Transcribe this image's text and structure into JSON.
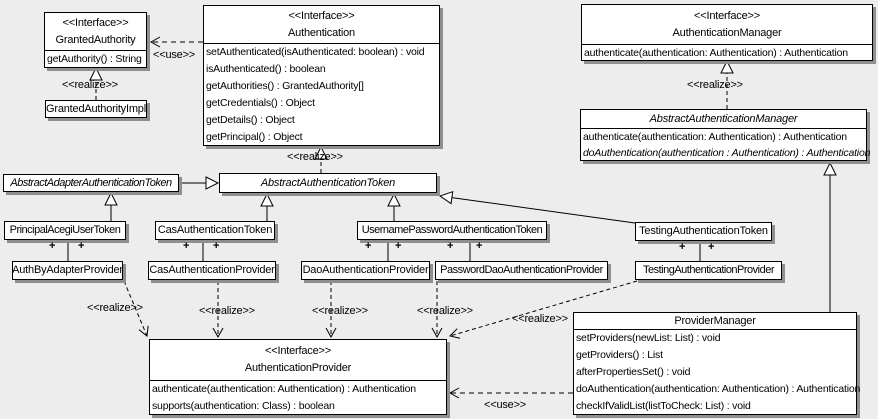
{
  "diagram": {
    "type": "uml-class-diagram",
    "background_color": "#ededed",
    "box_fill": "#ffffff",
    "line_color": "#000000",
    "shadow_color": "#8f8f8f"
  },
  "labels": {
    "use": "<<use>>",
    "realize": "<<realize>>",
    "plus": "+",
    "interface_stereotype": "<<Interface>>"
  },
  "classes": {
    "granted_authority": {
      "stereotype": "<<Interface>>",
      "name": "GrantedAuthority",
      "methods": [
        "getAuthority() : String"
      ]
    },
    "granted_authority_impl": {
      "name": "GrantedAuthorityImpl"
    },
    "authentication": {
      "stereotype": "<<Interface>>",
      "name": "Authentication",
      "methods": [
        "setAuthenticated(isAuthenticated: boolean) : void",
        "isAuthenticated() : boolean",
        "getAuthorities() : GrantedAuthority[]",
        "getCredentials() : Object",
        "getDetails() : Object",
        "getPrincipal() : Object"
      ]
    },
    "authentication_manager": {
      "stereotype": "<<Interface>>",
      "name": "AuthenticationManager",
      "methods": [
        "authenticate(authentication: Authentication) : Authentication"
      ]
    },
    "abstract_authentication_manager": {
      "name": "AbstractAuthenticationManager",
      "methods": [
        "authenticate(authentication: Authentication) : Authentication",
        "doAuthentication(authentication : Authentication) : Authentication"
      ]
    },
    "abstract_adapter_authentication_token": {
      "name": "AbstractAdapterAuthenticationToken"
    },
    "abstract_authentication_token": {
      "name": "AbstractAuthenticationToken"
    },
    "principal_acegi_user_token": {
      "name": "PrincipalAcegiUserToken"
    },
    "cas_authentication_token": {
      "name": "CasAuthenticationToken"
    },
    "username_password_authentication_token": {
      "name": "UsernamePasswordAuthenticationToken"
    },
    "testing_authentication_token": {
      "name": "TestingAuthenticationToken"
    },
    "auth_by_adapter_provider": {
      "name": "AuthByAdapterProvider"
    },
    "cas_authentication_provider": {
      "name": "CasAuthenticationProvider"
    },
    "dao_authentication_provider": {
      "name": "DaoAuthenticationProvider"
    },
    "password_dao_authentication_provider": {
      "name": "PasswordDaoAuthenticationProvider"
    },
    "testing_authentication_provider": {
      "name": "TestingAuthenticationProvider"
    },
    "provider_manager": {
      "name": "ProviderManager",
      "methods": [
        "setProviders(newList: List) : void",
        "getProviders() : List",
        "afterPropertiesSet() : void",
        "doAuthentication(authentication: Authentication) : Authentication",
        "checkIfValidList(listToCheck: List) : void"
      ]
    },
    "authentication_provider": {
      "stereotype": "<<Interface>>",
      "name": "AuthenticationProvider",
      "methods": [
        "authenticate(authentication: Authentication) : Authentication",
        "supports(authentication: Class) : boolean"
      ]
    }
  },
  "relationships": [
    {
      "type": "use",
      "from": "Authentication",
      "to": "GrantedAuthority",
      "label": "<<use>>"
    },
    {
      "type": "realize",
      "from": "GrantedAuthorityImpl",
      "to": "GrantedAuthority",
      "label": "<<realize>>"
    },
    {
      "type": "realize",
      "from": "AbstractAuthenticationToken",
      "to": "Authentication",
      "label": "<<realize>>"
    },
    {
      "type": "realize",
      "from": "AbstractAuthenticationManager",
      "to": "AuthenticationManager",
      "label": "<<realize>>"
    },
    {
      "type": "generalization",
      "from": "AbstractAdapterAuthenticationToken",
      "to": "AbstractAuthenticationToken"
    },
    {
      "type": "generalization",
      "from": "PrincipalAcegiUserToken",
      "to": "AbstractAdapterAuthenticationToken"
    },
    {
      "type": "generalization",
      "from": "CasAuthenticationToken",
      "to": "AbstractAuthenticationToken"
    },
    {
      "type": "generalization",
      "from": "UsernamePasswordAuthenticationToken",
      "to": "AbstractAuthenticationToken"
    },
    {
      "type": "generalization",
      "from": "TestingAuthenticationToken",
      "to": "AbstractAuthenticationToken"
    },
    {
      "type": "generalization",
      "from": "ProviderManager",
      "to": "AbstractAuthenticationManager"
    },
    {
      "type": "association",
      "from": "PrincipalAcegiUserToken",
      "to": "AuthByAdapterProvider",
      "multiplicity": "+ +"
    },
    {
      "type": "association",
      "from": "CasAuthenticationToken",
      "to": "CasAuthenticationProvider",
      "multiplicity": "+ +"
    },
    {
      "type": "association",
      "from": "UsernamePasswordAuthenticationToken",
      "to": "DaoAuthenticationProvider",
      "multiplicity": "+ +"
    },
    {
      "type": "association",
      "from": "UsernamePasswordAuthenticationToken",
      "to": "PasswordDaoAuthenticationProvider",
      "multiplicity": "+ +"
    },
    {
      "type": "association",
      "from": "TestingAuthenticationToken",
      "to": "TestingAuthenticationProvider",
      "multiplicity": "+ +"
    },
    {
      "type": "realize",
      "from": "AuthByAdapterProvider",
      "to": "AuthenticationProvider",
      "label": "<<realize>>"
    },
    {
      "type": "realize",
      "from": "CasAuthenticationProvider",
      "to": "AuthenticationProvider",
      "label": "<<realize>>"
    },
    {
      "type": "realize",
      "from": "DaoAuthenticationProvider",
      "to": "AuthenticationProvider",
      "label": "<<realize>>"
    },
    {
      "type": "realize",
      "from": "PasswordDaoAuthenticationProvider",
      "to": "AuthenticationProvider",
      "label": "<<realize>>"
    },
    {
      "type": "realize",
      "from": "TestingAuthenticationProvider",
      "to": "AuthenticationProvider",
      "label": "<<realize>>"
    },
    {
      "type": "use",
      "from": "ProviderManager",
      "to": "AuthenticationProvider",
      "label": "<<use>>"
    }
  ]
}
